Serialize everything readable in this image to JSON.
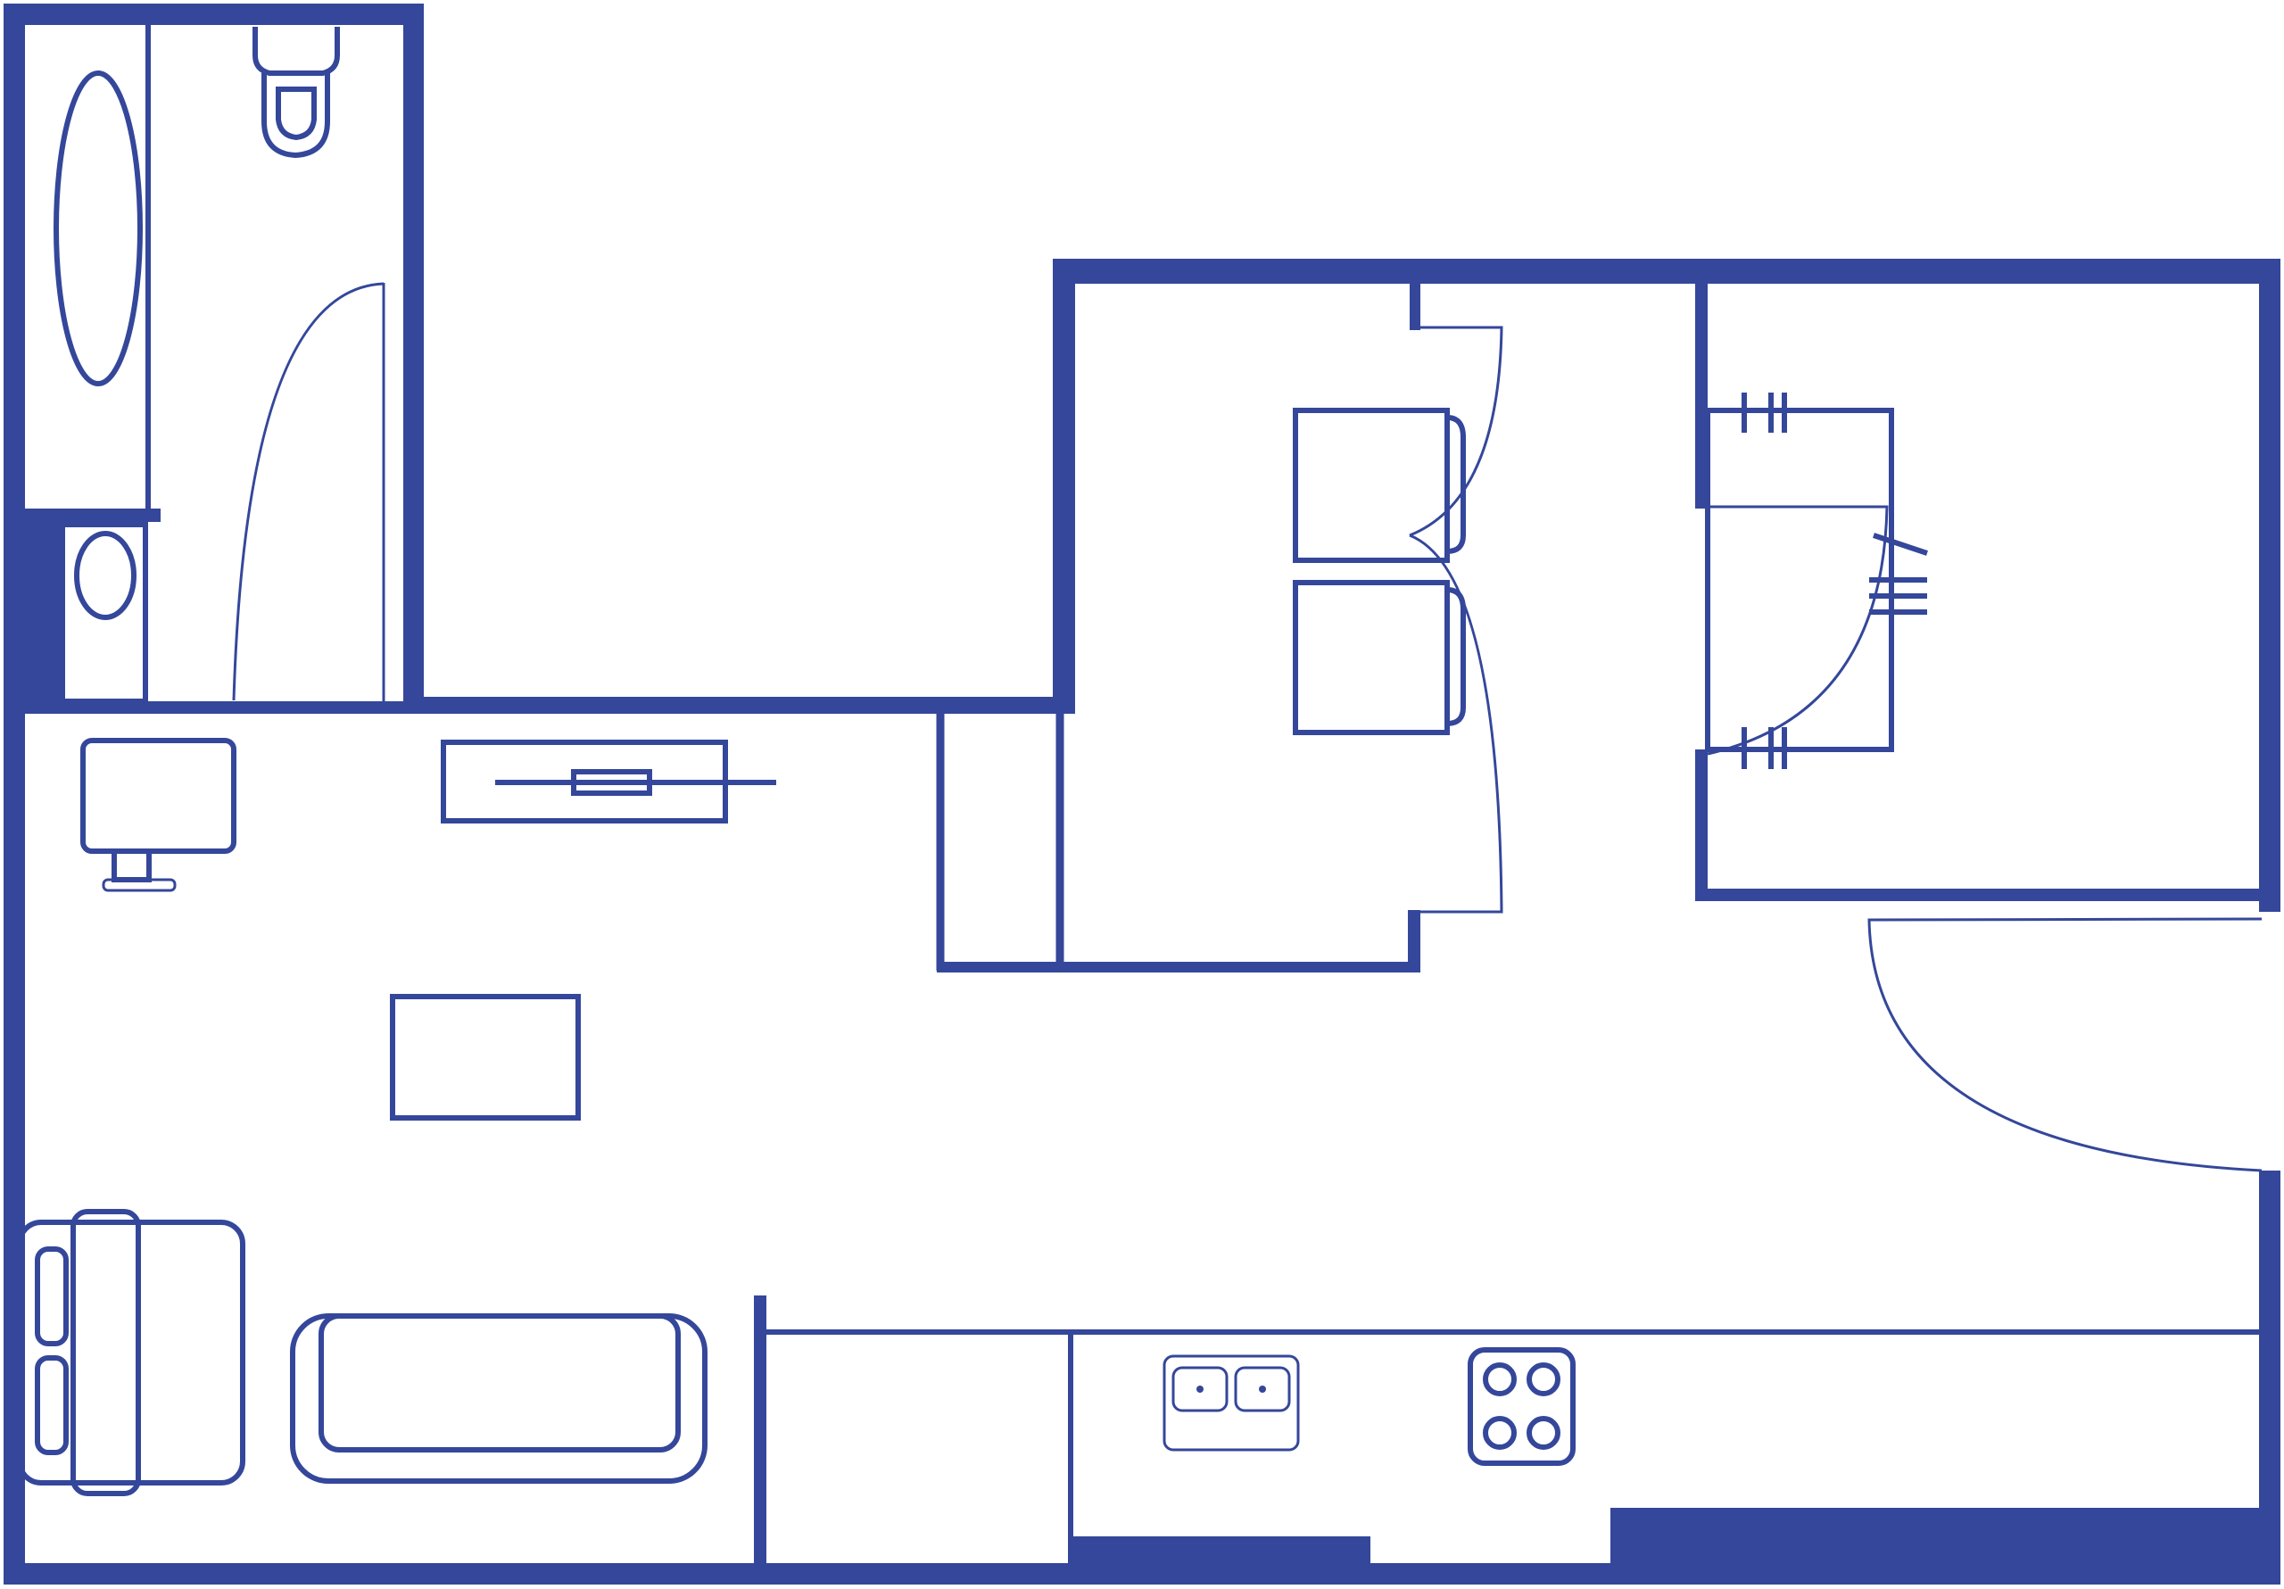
{
  "diagram": {
    "type": "floor-plan",
    "colors": {
      "line": "#34479a",
      "background": "#ffffff"
    },
    "rooms": [
      "bathroom",
      "closet",
      "living-area",
      "bedroom",
      "walk-in-closet",
      "kitchen"
    ],
    "fixtures": [
      "bathtub",
      "toilet",
      "sink",
      "desk",
      "tv-stand",
      "coffee-table",
      "sofa",
      "bench",
      "bed",
      "kitchen-sink",
      "cooktop"
    ]
  }
}
